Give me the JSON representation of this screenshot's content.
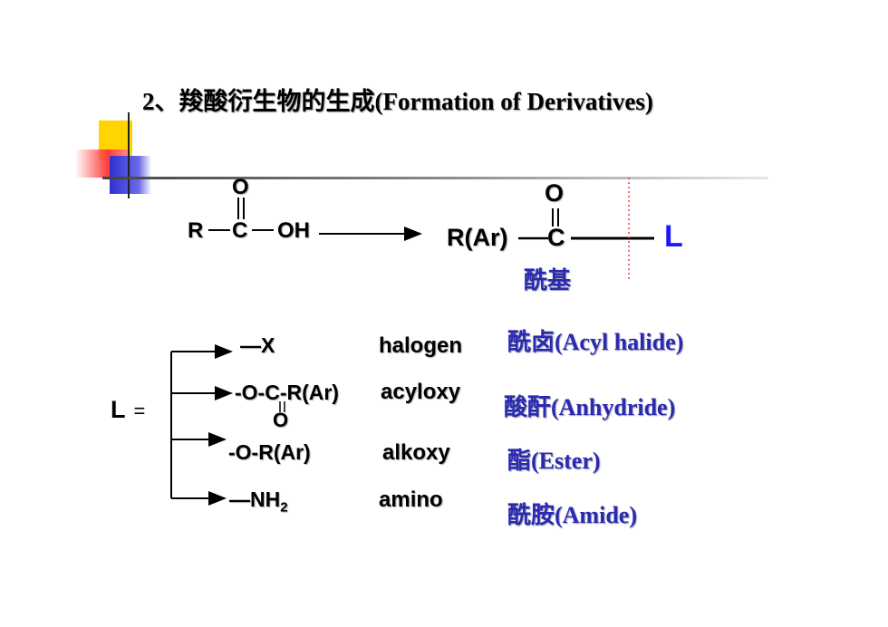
{
  "slide": {
    "title_num": "2、",
    "title_zh": "羧酸衍生物的生成",
    "title_en": "(Formation of Derivatives)"
  },
  "reaction": {
    "r_label": "R",
    "c1_label": "C",
    "o1_label": "O",
    "oh_label": "OH",
    "rar_label": "R(Ar)",
    "c2_label": "C",
    "o2_label": "O",
    "l_label": "L",
    "acyl_group_label": "酰基"
  },
  "l_definition": {
    "l_equals": "L",
    "equals_sign": "=",
    "rows": [
      {
        "group": "—X",
        "name": "halogen",
        "derivative": "酰卤(Acyl halide)"
      },
      {
        "group": "-O-C-R(Ar)",
        "group_o": "O",
        "name": "acyloxy",
        "derivative": "酸酐(Anhydride)"
      },
      {
        "group": "-O-R(Ar)",
        "name": "alkoxy",
        "derivative": "酯(Ester)"
      },
      {
        "group": "—NH",
        "group_sub": "2",
        "name": "amino",
        "derivative": "酰胺(Amide)"
      }
    ]
  },
  "colors": {
    "accent_blue": "#2a2ab0",
    "l_blue": "#1a1aff",
    "divider_red": "#e04040",
    "deco_yellow": "#ffd400",
    "deco_red": "#ff3c3c",
    "deco_blue": "#3030d0"
  }
}
